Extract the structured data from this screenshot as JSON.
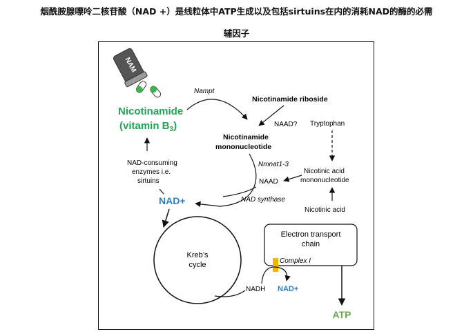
{
  "caption": {
    "line1": "烟酰胺腺嘌呤二核苷酸（NAD +）是线粒体中ATP生成以及包括sirtuins在内的消耗NAD的酶的必需",
    "line2": "辅因子"
  },
  "diagram": {
    "pill_label": "NAM",
    "nicotinamide_line1": "Nicotinamide",
    "nicotinamide_line2": "(vitamin B",
    "nicotinamide_sub": "3",
    "nicotinamide_close": ")",
    "nampt": "Nampt",
    "nicotinamide_riboside": "Nicotinamide riboside",
    "naad_question": "NAAD?",
    "nmn_line1": "Nicotinamide",
    "nmn_line2": "mononucleotide",
    "tryptophan": "Tryptophan",
    "nad_consuming_line1": "NAD-consuming",
    "nad_consuming_line2": "enzymes i.e.",
    "nad_consuming_line3": "sirtuins",
    "nmnat": "Nmnat1-3",
    "naad": "NAAD",
    "namn_line1": "Nicotinic acid",
    "namn_line2": "mononucleotide",
    "nad_plus": "NAD+",
    "nad_synthase": "NAD synthase",
    "nicotinic_acid": "Nicotinic acid",
    "etc_line1": "Electron transport",
    "etc_line2": "chain",
    "complex1": "Complex I",
    "krebs_line1": "Kreb’s",
    "krebs_line2": "cycle",
    "nadh": "NADH",
    "nad_plus_2": "NAD+",
    "atp": "ATP"
  },
  "colors": {
    "green": "#22a455",
    "blue": "#2a7fc1",
    "atp_green": "#6aa84f",
    "complex_orange": "#f5b400",
    "pill_green": "#3fb34f",
    "pill_gray": "#555555"
  }
}
